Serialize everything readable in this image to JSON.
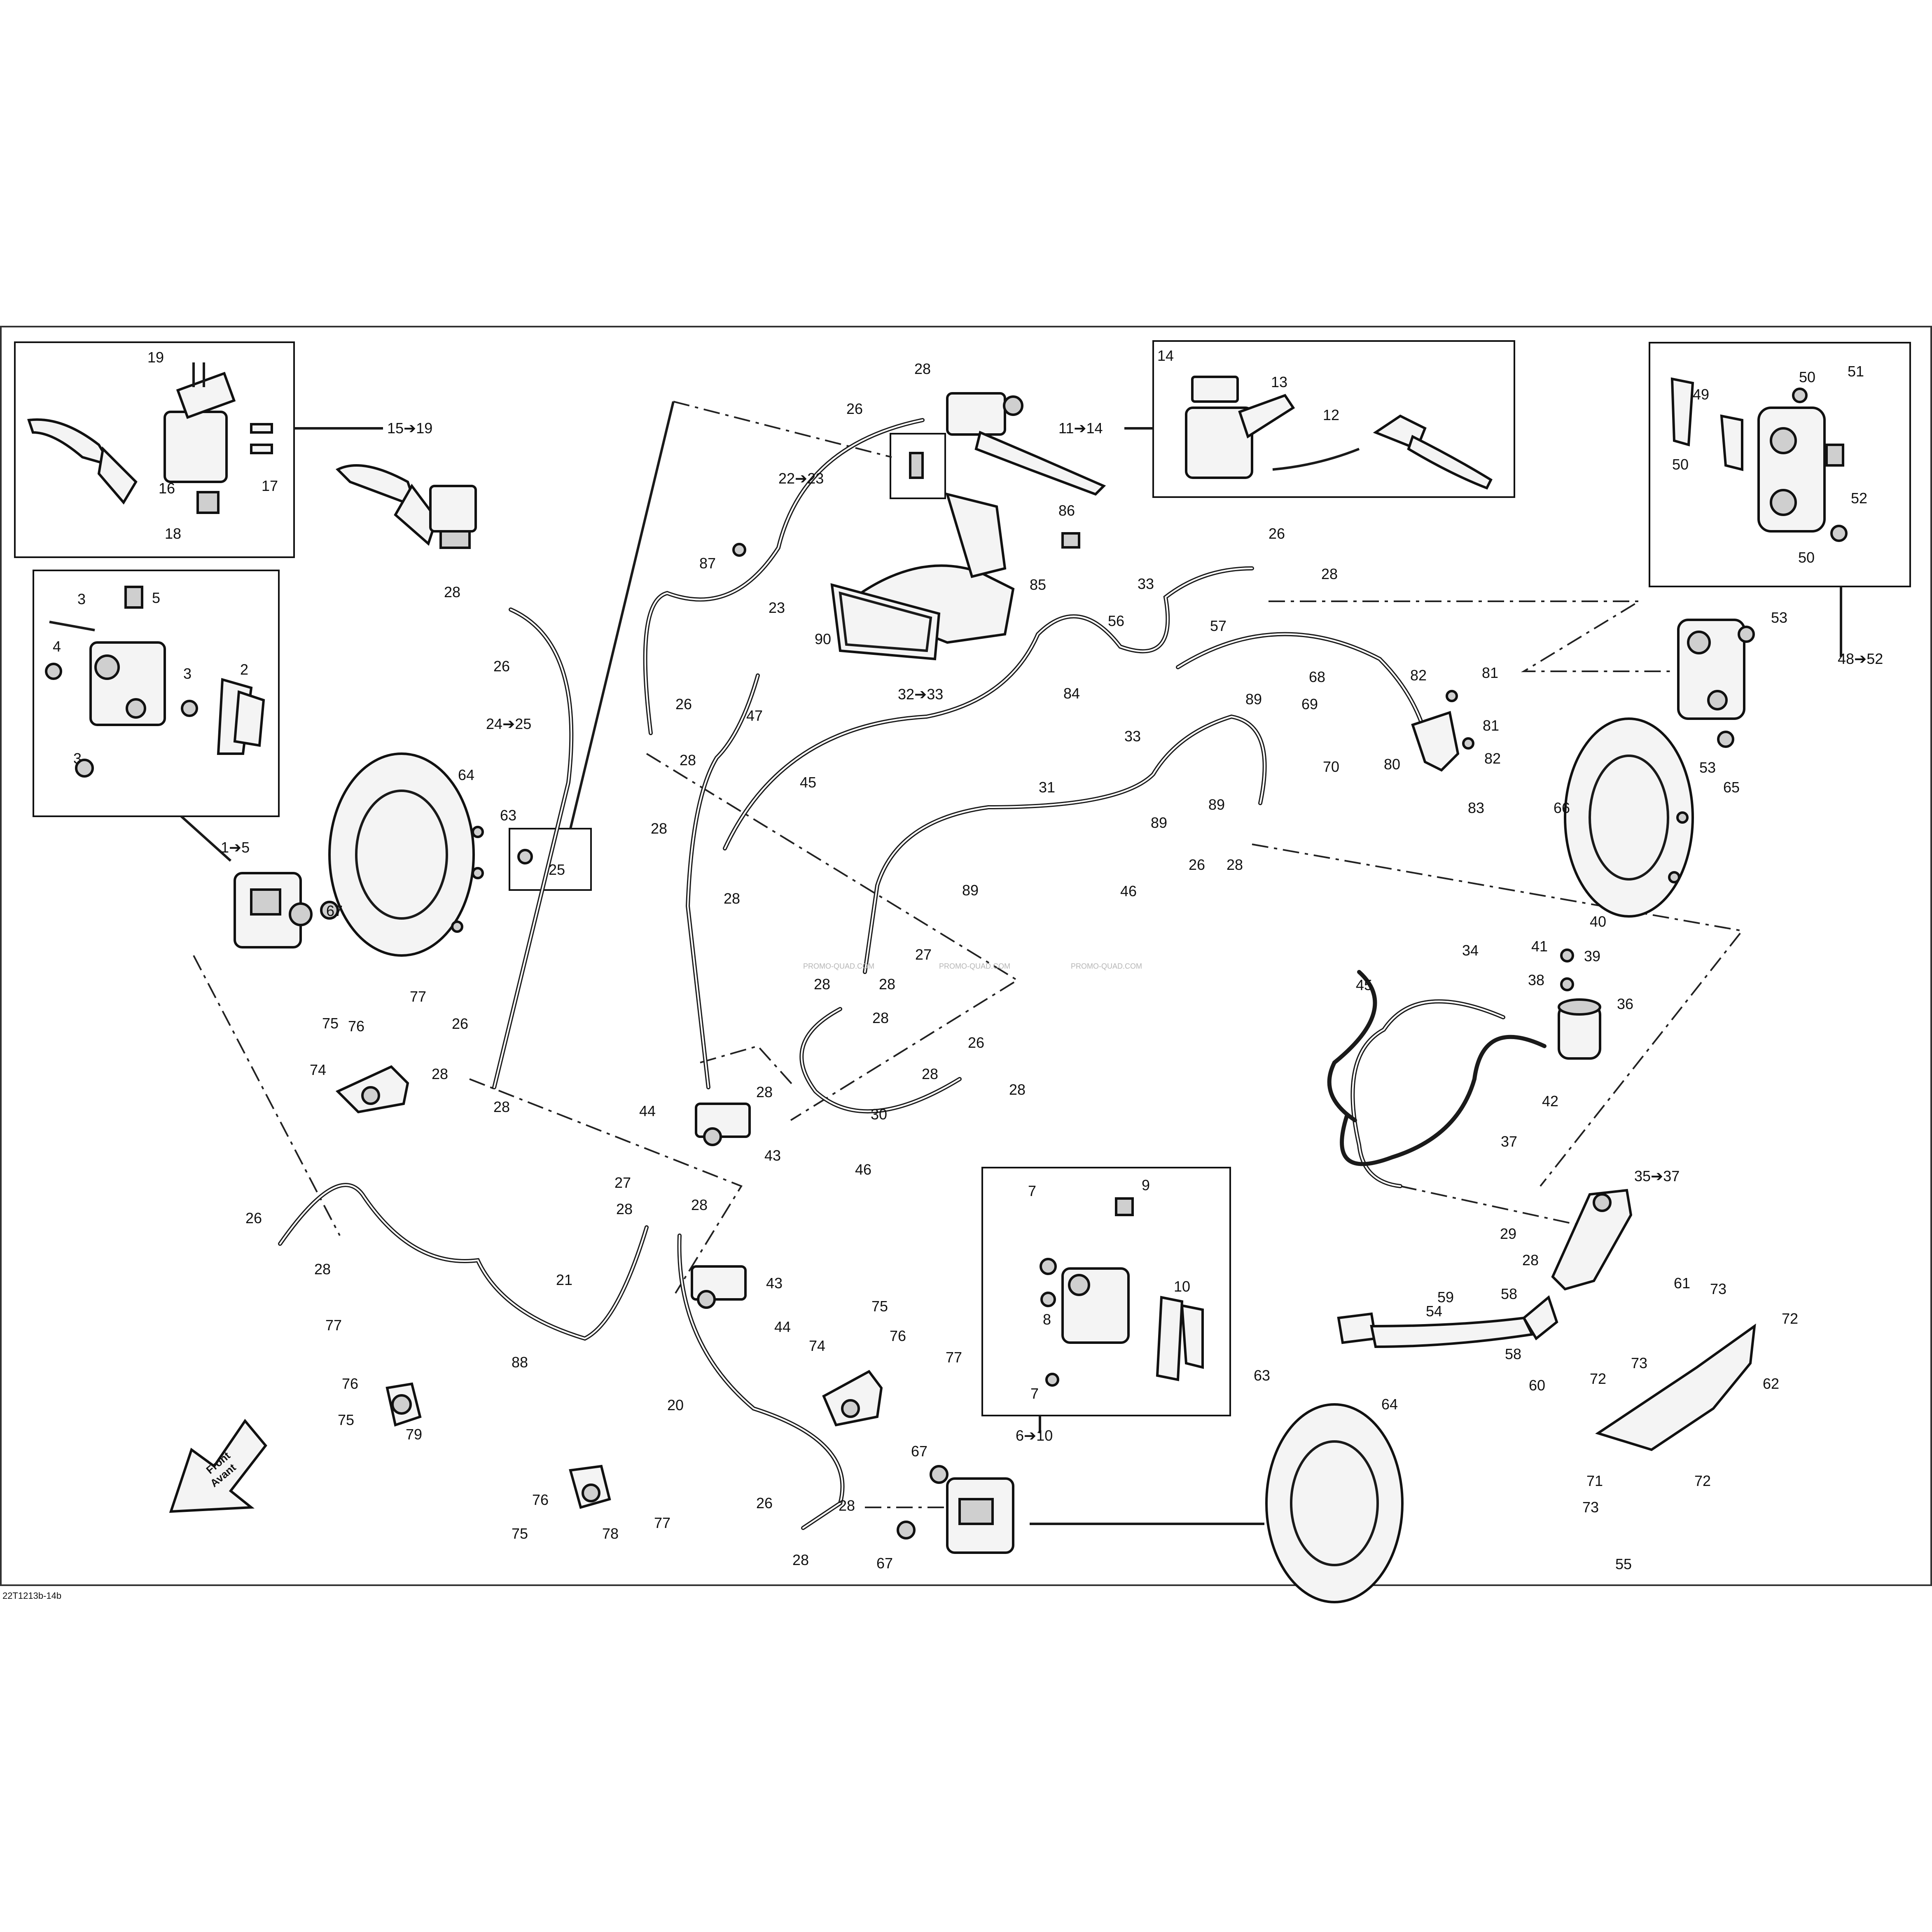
{
  "diagram_code": "22T1213b-14b",
  "front_label": {
    "line1": "Front",
    "line2": "Avant"
  },
  "watermark": "PROMO-QUAD.COM",
  "callouts": {
    "c15_19": "15➔19",
    "c19": "19",
    "c16": "16",
    "c17": "17",
    "c18": "18",
    "c1_5": "1➔5",
    "c3a": "3",
    "c5": "5",
    "c4": "4",
    "c3b": "3",
    "c2": "2",
    "c3c": "3",
    "c64_l": "64",
    "c63_l": "63",
    "c67_l": "67",
    "c28_a": "28",
    "c26_a": "26",
    "c24_25": "24➔25",
    "c25": "25",
    "c75_a": "75",
    "c76_a": "76",
    "c77_a": "77",
    "c74_a": "74",
    "c26_b": "26",
    "c28_b": "28",
    "c28_c": "28",
    "c26_c": "26",
    "c28_d": "28",
    "c21": "21",
    "c88": "88",
    "c77_b": "77",
    "c76_b": "76",
    "c75_b": "75",
    "c79": "79",
    "c28_top": "28",
    "c26_top": "26",
    "c11_14": "11➔14",
    "c22_23": "22➔23",
    "c86": "86",
    "c87": "87",
    "c23": "23",
    "c85": "85",
    "c90": "90",
    "c26_d": "26",
    "c28_e": "28",
    "c47": "47",
    "c32_33": "32➔33",
    "c45_a": "45",
    "c28_f": "28",
    "c28_g": "28",
    "c14": "14",
    "c13": "13",
    "c12": "12",
    "c26_e": "26",
    "c28_h": "28",
    "c33_a": "33",
    "c56": "56",
    "c57": "57",
    "c84": "84",
    "c33_b": "33",
    "c89_a": "89",
    "c68": "68",
    "c69": "69",
    "c70": "70",
    "c89_b": "89",
    "c31": "31",
    "c89_c": "89",
    "c46_a": "46",
    "c89_d": "89",
    "c26_f": "26",
    "c28_i": "28",
    "c27_a": "27",
    "c28_j": "28",
    "c28_k": "28",
    "c28_l": "28",
    "c26_g": "26",
    "c28_m": "28",
    "c28_n": "28",
    "c44_a": "44",
    "c43_a": "43",
    "c28_o": "28",
    "c30": "30",
    "c46_b": "46",
    "c27_b": "27",
    "c28_p": "28",
    "c28_q": "28",
    "c43_b": "43",
    "c44_b": "44",
    "c20": "20",
    "c75_c": "75",
    "c76_c": "76",
    "c74_b": "74",
    "c77_c": "77",
    "c76_d": "76",
    "c75_d": "75",
    "c78": "78",
    "c77_d": "77",
    "c26_h": "26",
    "c28_r": "28",
    "c28_s": "28",
    "c7_a": "7",
    "c9": "9",
    "c8": "8",
    "c10": "10",
    "c7_b": "7",
    "c6_10": "6➔10",
    "c67_a": "67",
    "c67_b": "67",
    "c63_r": "63",
    "c64_r": "64",
    "c49": "49",
    "c50_a": "50",
    "c51": "51",
    "c50_b": "50",
    "c52": "52",
    "c50_c": "50",
    "c53_a": "53",
    "c48_52": "48➔52",
    "c53_b": "53",
    "c65": "65",
    "c66": "66",
    "c82_a": "82",
    "c81_a": "81",
    "c81_b": "81",
    "c82_b": "82",
    "c80": "80",
    "c83": "83",
    "c40": "40",
    "c41": "41",
    "c39": "39",
    "c38": "38",
    "c36": "36",
    "c34": "34",
    "c45_b": "45",
    "c42": "42",
    "c37": "37",
    "c35_37": "35➔37",
    "c29": "29",
    "c28_t": "28",
    "c59": "59",
    "c58_a": "58",
    "c54": "54",
    "c58_b": "58",
    "c60": "60",
    "c61": "61",
    "c73_a": "73",
    "c72_a": "72",
    "c72_b": "72",
    "c73_b": "73",
    "c62": "62",
    "c71": "71",
    "c72_c": "72",
    "c73_c": "73",
    "c55": "55"
  }
}
